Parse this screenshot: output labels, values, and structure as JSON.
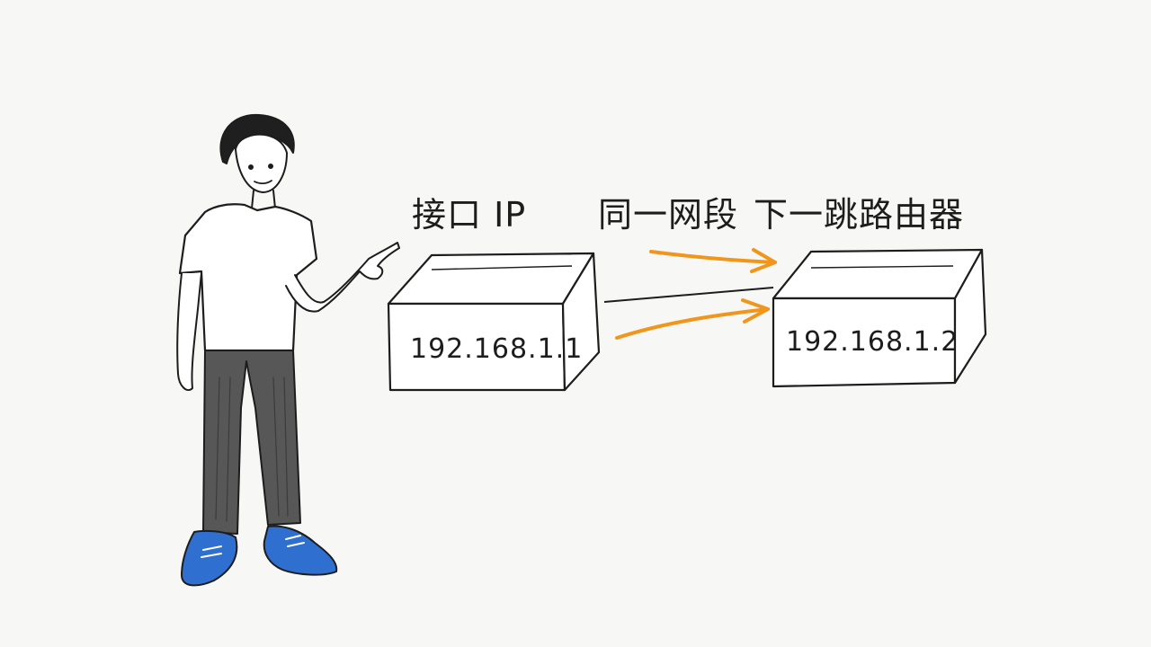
{
  "labels": {
    "interface_ip": "接口 IP",
    "same_segment": "同一网段",
    "next_hop": "下一跳路由器"
  },
  "devices": {
    "left_ip": "192.168.1.1",
    "right_ip": "192.168.1.2"
  },
  "colors": {
    "background": "#f7f7f5",
    "ink": "#1d1d1d",
    "arrow": "#f0961c",
    "shoe": "#2f6fd0",
    "pants": "#5a5a5a"
  }
}
